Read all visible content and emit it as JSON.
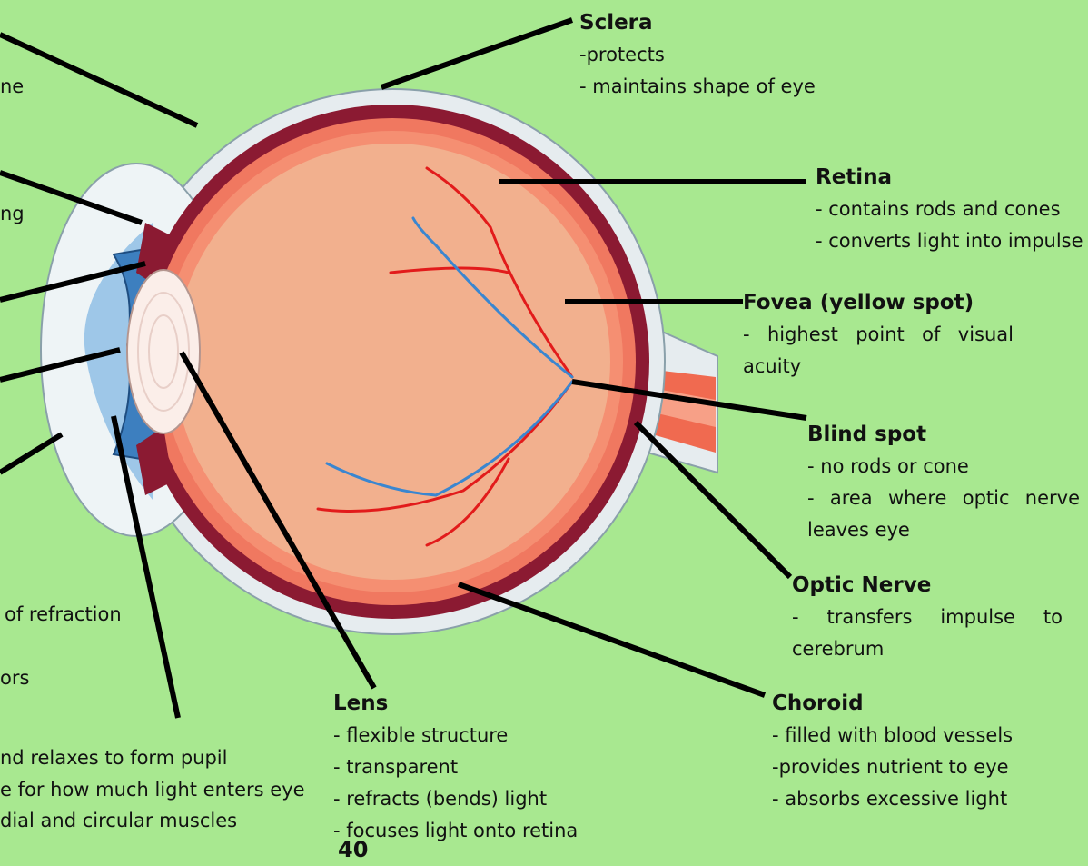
{
  "labels": {
    "sclera": {
      "title": "Sclera",
      "lines": [
        "-protects",
        "- maintains shape of eye"
      ]
    },
    "retina": {
      "title": "Retina",
      "lines": [
        "- contains rods and  cones",
        "-  converts  light  into impulse"
      ]
    },
    "fovea": {
      "title": "Fovea (yellow spot)",
      "lines": [
        "-  highest  point  of  visual acuity"
      ]
    },
    "blind_spot": {
      "title": "Blind spot",
      "lines": [
        "- no rods or cone",
        "-  area  where  optic  nerve leaves eye"
      ]
    },
    "optic_nerve": {
      "title": "Optic Nerve",
      "lines": [
        "-  transfers  impulse  to cerebrum"
      ]
    },
    "choroid": {
      "title": "Choroid",
      "lines": [
        "- filled with blood vessels",
        "-provides nutrient to eye",
        "- absorbs excessive light"
      ]
    },
    "lens": {
      "title": "Lens",
      "lines": [
        "- flexible structure",
        "- transparent",
        "- refracts (bends) light",
        "- focuses light onto retina"
      ]
    }
  },
  "cropped_left": {
    "frag1": "ne",
    "frag2": "ng",
    "frag3": "of  refraction",
    "frag4": "ors",
    "frag5": "nd relaxes to form pupil",
    "frag6": "e for how much light enters eye",
    "frag7": "dial and circular muscles"
  },
  "page_number": "40",
  "colors": {
    "background": "#a8e890",
    "sclera": "#e6ecef",
    "choroid": "#8b1a32",
    "retina": "#f07860",
    "vitreous": "#f2b08e",
    "iris": "#3d7fbf",
    "artery": "#e21b1b",
    "vein": "#3a86d0",
    "pointer": "#000000"
  }
}
